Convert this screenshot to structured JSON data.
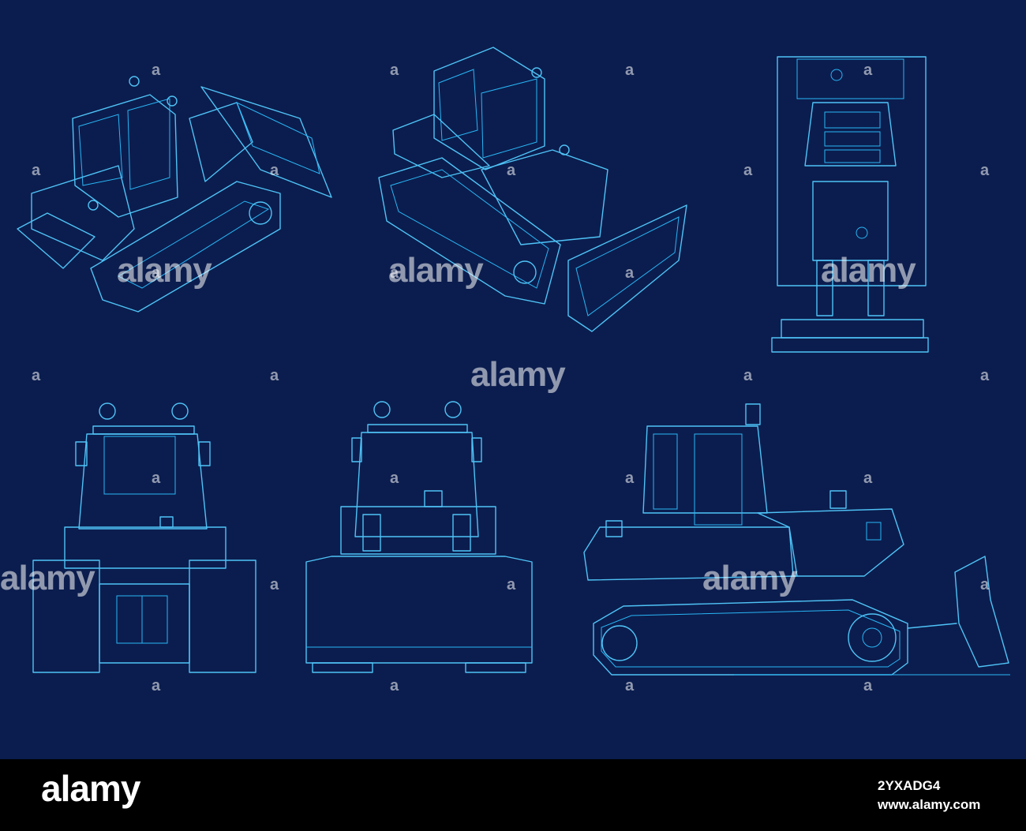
{
  "watermark": {
    "text": "alamy",
    "mark": "a"
  },
  "footer": {
    "logo": "alamy",
    "image_id": "2YXADG4",
    "url": "www.alamy.com"
  },
  "colors": {
    "background": "#0b1d4e",
    "line": "#4fc3f7",
    "footer": "#000000"
  }
}
